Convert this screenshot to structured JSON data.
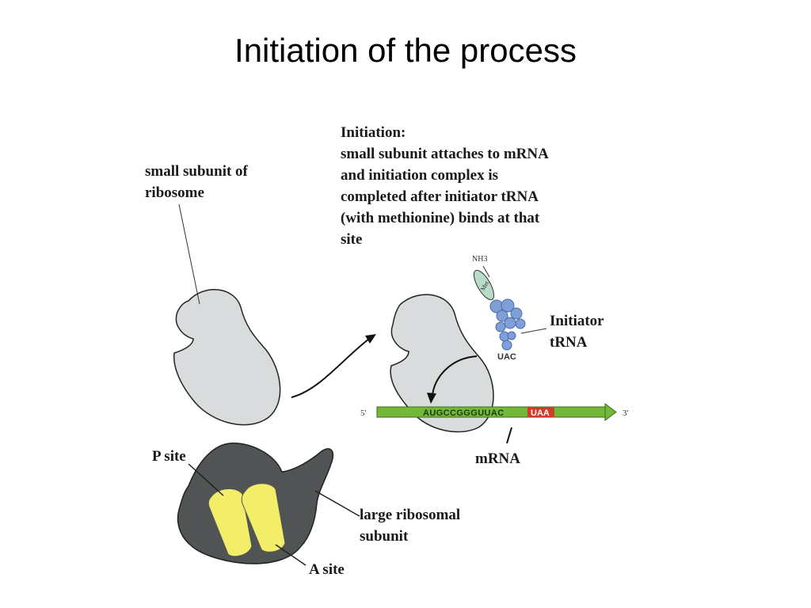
{
  "slide": {
    "title": "Initiation of the process"
  },
  "colors": {
    "small_subunit_fill": "#d9dcdd",
    "large_subunit_fill": "#505454",
    "site_fill": "#f2ee6a",
    "trna_fill": "#7f9fd8",
    "met_fill": "#b7dcc8",
    "mrna_fill": "#74b83a",
    "stop_codon_fill": "#d43a2a"
  },
  "labels": {
    "small_subunit": [
      "small subunit of",
      "ribosome"
    ],
    "initiation_heading": "Initiation:",
    "initiation_text": [
      "small subunit attaches to mRNA",
      "and initiation complex is",
      "completed after initiator tRNA",
      "(with methionine) binds at that",
      "site"
    ],
    "initiator_trna": [
      "Initiator",
      "tRNA"
    ],
    "mrna": "mRNA",
    "p_site": "P site",
    "a_site": "A site",
    "large_subunit": [
      "large ribosomal",
      "subunit"
    ],
    "five_prime": "5'",
    "three_prime": "3'",
    "anticodon": "UAC",
    "nh3": "NH3",
    "met": "Met",
    "mrna_sequence": "AUGCCGGGUUAC",
    "stop_codon": "UAA"
  }
}
